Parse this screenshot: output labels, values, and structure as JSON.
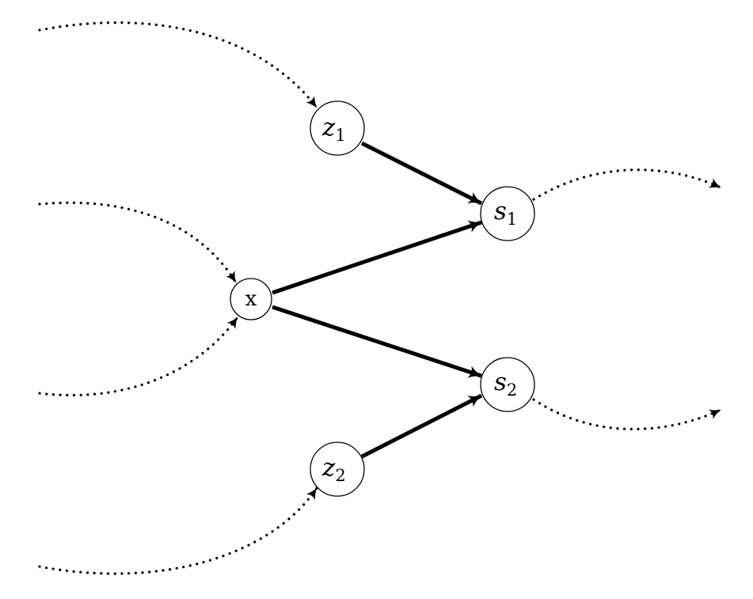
{
  "nodes": {
    "z1": {
      "symbol": "z",
      "subscript": "1"
    },
    "s1": {
      "symbol": "s",
      "subscript": "1"
    },
    "x": {
      "symbol": "x"
    },
    "s2": {
      "symbol": "s",
      "subscript": "2"
    },
    "z2": {
      "symbol": "z",
      "subscript": "2"
    }
  },
  "edges": [
    {
      "from": "z1",
      "to": "s1",
      "style": "solid"
    },
    {
      "from": "x",
      "to": "s1",
      "style": "solid"
    },
    {
      "from": "x",
      "to": "s2",
      "style": "solid"
    },
    {
      "from": "z2",
      "to": "s2",
      "style": "solid"
    },
    {
      "from": "offscreen",
      "to": "z1",
      "style": "dotted"
    },
    {
      "from": "offscreen",
      "to": "x",
      "style": "dotted"
    },
    {
      "from": "offscreen",
      "to": "x",
      "style": "dotted"
    },
    {
      "from": "offscreen",
      "to": "z2",
      "style": "dotted"
    },
    {
      "from": "s1",
      "to": "offscreen",
      "style": "dotted"
    },
    {
      "from": "s2",
      "to": "offscreen",
      "style": "dotted"
    }
  ],
  "colors": {
    "stroke": "#000000",
    "background": "#ffffff"
  }
}
